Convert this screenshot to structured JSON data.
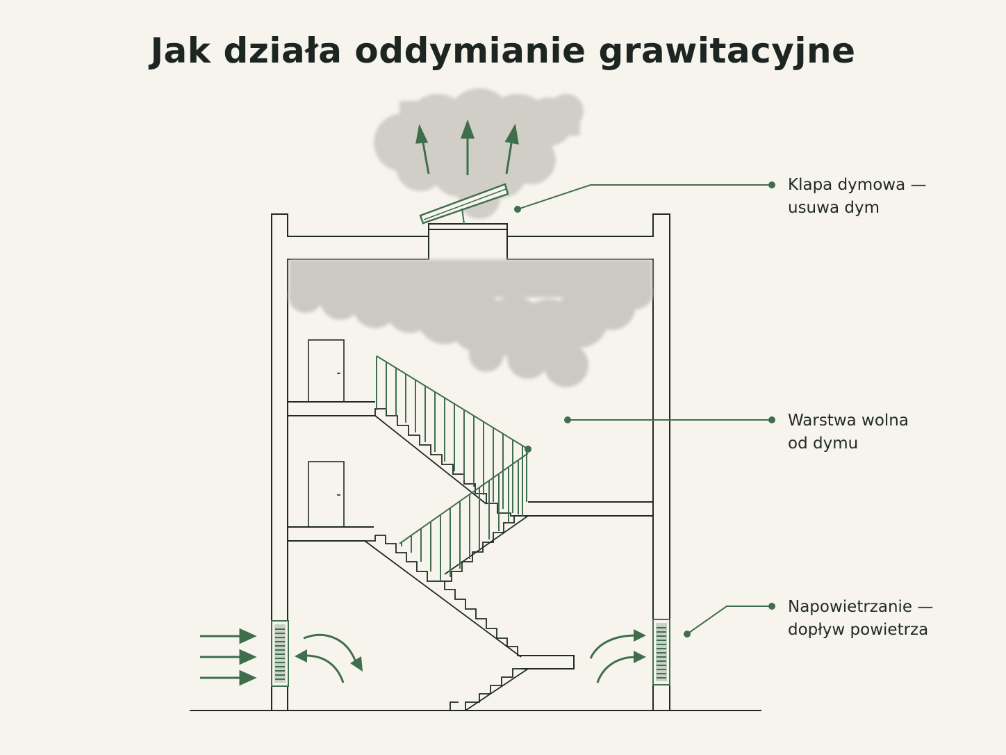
{
  "title": "Jak działa oddymianie grawitacyjne",
  "colors": {
    "background": "#f7f4ee",
    "line": "#1f2a24",
    "accent_green": "#3f6e4d",
    "smoke": "#c9c6c1"
  },
  "labels": {
    "smoke_vent": {
      "line1": "Klapa dymowa —",
      "line2": "usuwa dym"
    },
    "smoke_free_layer": {
      "line1": "Warstwa wolna",
      "line2": "od dymu"
    },
    "air_supply": {
      "line1": "Napowietrzanie —",
      "line2": "dopływ powietrza"
    }
  }
}
